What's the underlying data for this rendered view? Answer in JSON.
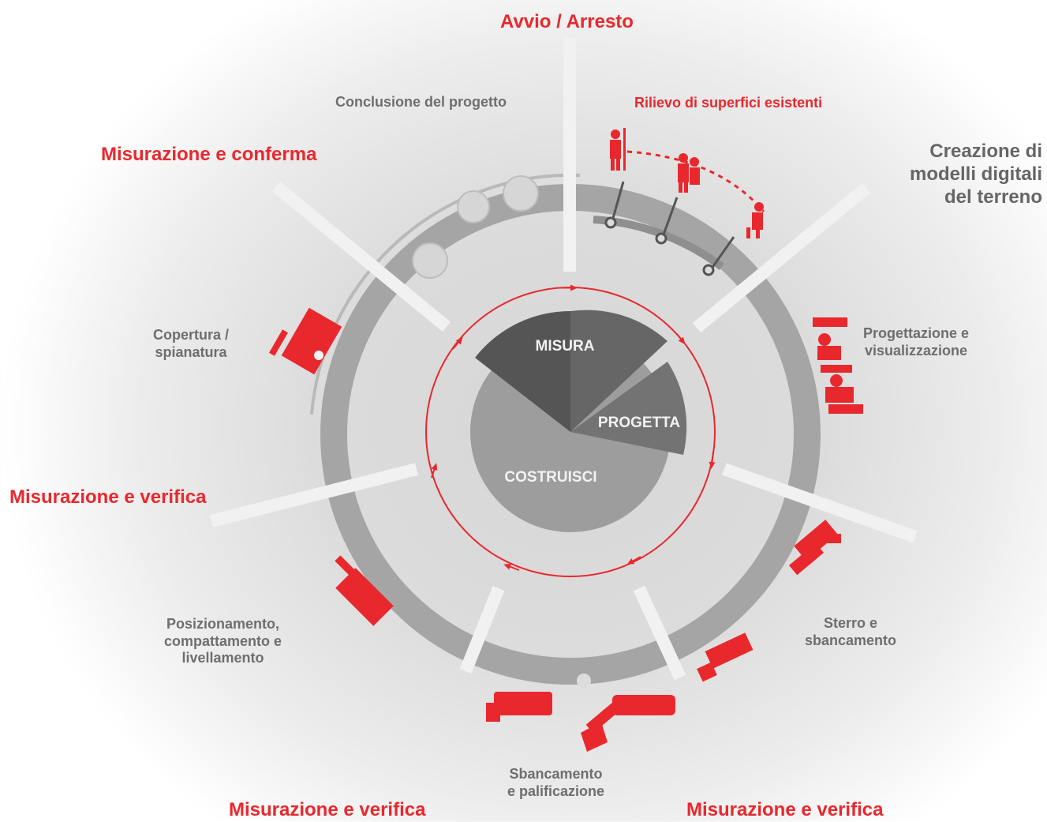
{
  "colors": {
    "accent": "#e8282d",
    "ring": "#a3a3a3",
    "misura": "#555555",
    "progetta": "#707070",
    "costruisci": "#9d9d9d"
  },
  "cycle": {
    "start_stop": "Avvio / Arresto",
    "measure_confirm": "Misurazione e conferma",
    "measure_verify_left": "Misurazione e verifica",
    "measure_verify_bottom_left": "Misurazione e verifica",
    "measure_verify_bottom_right": "Misurazione e verifica"
  },
  "steps": {
    "project_conclusion": "Conclusione del progetto",
    "survey": "Rilievo di superfici esistenti",
    "dtm": [
      "Creazione di",
      "modelli digitali",
      "del terreno"
    ],
    "design": [
      "Progettazione e",
      "visualizzazione"
    ],
    "cut_fill": [
      "Sterro e",
      "sbancamento"
    ],
    "excavation_piling": [
      "Sbancamento",
      "e palificazione"
    ],
    "placement": [
      "Posizionamento,",
      "compattamento e",
      "livellamento"
    ],
    "paving": [
      "Copertura /",
      "spianatura"
    ]
  },
  "center": {
    "measure": "MISURA",
    "design": "PROGETTA",
    "build": "COSTRUISCI"
  },
  "icons": [
    "surveyor-icon",
    "designer-icon",
    "excavator-icon",
    "dozer-icon",
    "drill-rig-icon",
    "loader-icon",
    "roller-icon",
    "paver-icon"
  ]
}
